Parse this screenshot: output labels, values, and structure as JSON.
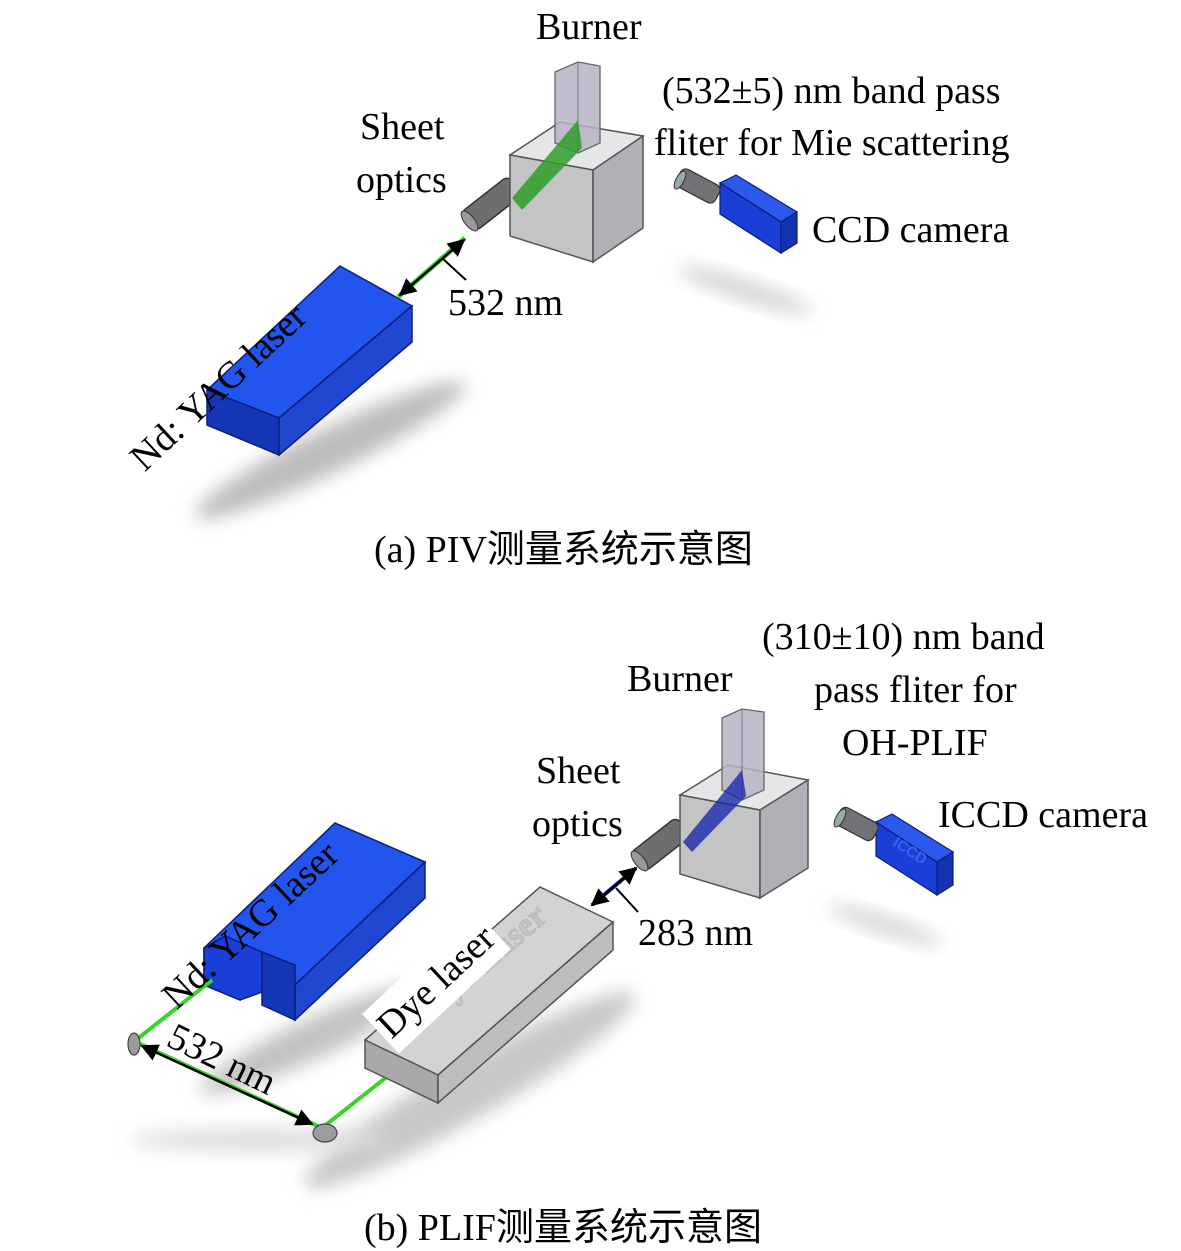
{
  "panel_a": {
    "caption": "(a) PIV测量系统示意图",
    "burner": "Burner",
    "filter_line1": "(532±5) nm band pass",
    "filter_line2": "fliter for Mie scattering",
    "sheet_line1": "Sheet",
    "sheet_line2": "optics",
    "camera": "CCD camera",
    "wavelength": "532 nm",
    "laser": "Nd: YAG laser"
  },
  "panel_b": {
    "caption": "(b) PLIF测量系统示意图",
    "burner": "Burner",
    "filter_line1": "(310±10) nm band",
    "filter_line2": "pass fliter for",
    "filter_line3": "OH-PLIF",
    "sheet_line1": "Sheet",
    "sheet_line2": "optics",
    "camera": "ICCD camera",
    "uv_wavelength": "283 nm",
    "green_wavelength": "532 nm",
    "laser": "Nd: YAG laser",
    "dye_laser": "Dye laser",
    "dye_laser_engraving": "Dye-Laser",
    "camera_engraving": "ICCD"
  },
  "colors": {
    "laser_blue": "#1a3fd6",
    "beam_green": "#3cd22a",
    "beam_uv": "#1a2aa8",
    "housing_gray": "#c9c9cb",
    "dye_gray": "#cfcfcf"
  }
}
